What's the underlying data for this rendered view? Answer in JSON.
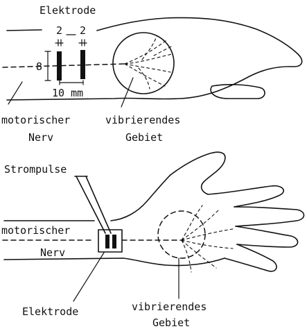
{
  "top_panel": {
    "electrode_label": "Elektrode",
    "dim_spacing_left": "2",
    "dim_spacing_right": "2",
    "dim_height": "8",
    "dim_distance": "10 mm",
    "nerve_label_line1": "motorischer",
    "nerve_label_line2": "Nerv",
    "area_label_line1": "vibrierendes",
    "area_label_line2": "Gebiet"
  },
  "bottom_panel": {
    "pulse_label": "Strompulse",
    "nerve_label_line1": "motorischer",
    "nerve_label_line2": "Nerv",
    "electrode_label": "Elektrode",
    "area_label_line1": "vibrierendes",
    "area_label_line2": "Gebiet"
  }
}
